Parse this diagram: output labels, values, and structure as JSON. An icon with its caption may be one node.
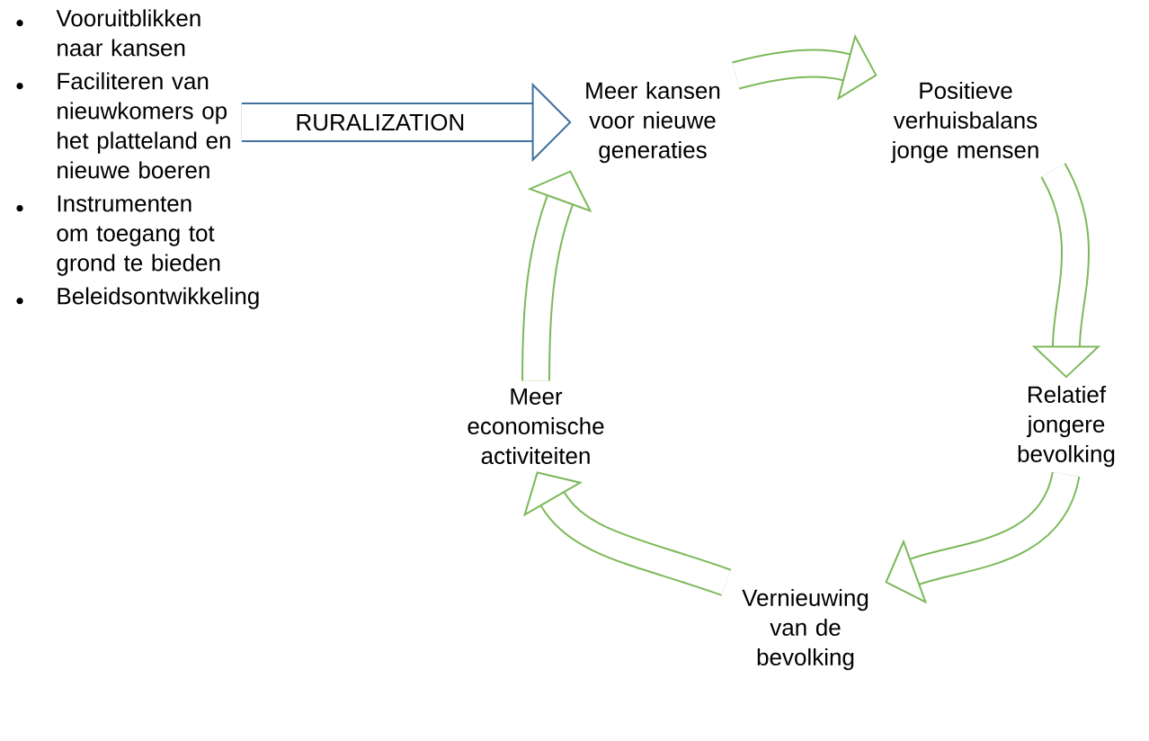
{
  "diagram": {
    "nodes": [
      {
        "text": [
          "Vooruitblikken naar kansen",
          "Faciliteren van nieuwkomers op het platteland en nieuwe boeren",
          "Instrumenten om toegang tot grond te bieden",
          "Beleidsontwikkeling"
        ]
      },
      {
        "text": [
          "Meer kansen voor nieuwe generaties"
        ]
      },
      {
        "text": [
          "Positieve verhuisbalans jonge mensen"
        ]
      },
      {
        "text": [
          "Relatief jongere bevolking"
        ]
      },
      {
        "text": [
          "Vernieuwing van de bevolking"
        ]
      },
      {
        "text": [
          "Meer economische activiteiten"
        ]
      }
    ],
    "edges": [
      {
        "from": 0,
        "to": 1,
        "arrow": "to",
        "label": "RURALIZATION",
        "color": "#41719c"
      },
      {
        "from": 1,
        "to": 2,
        "arrow": "to"
      },
      {
        "from": 2,
        "to": 3,
        "arrow": "to"
      },
      {
        "from": 3,
        "to": 4,
        "arrow": "to"
      },
      {
        "from": 4,
        "to": 5,
        "arrow": "to"
      },
      {
        "from": 5,
        "to": 1,
        "arrow": "to"
      }
    ]
  }
}
